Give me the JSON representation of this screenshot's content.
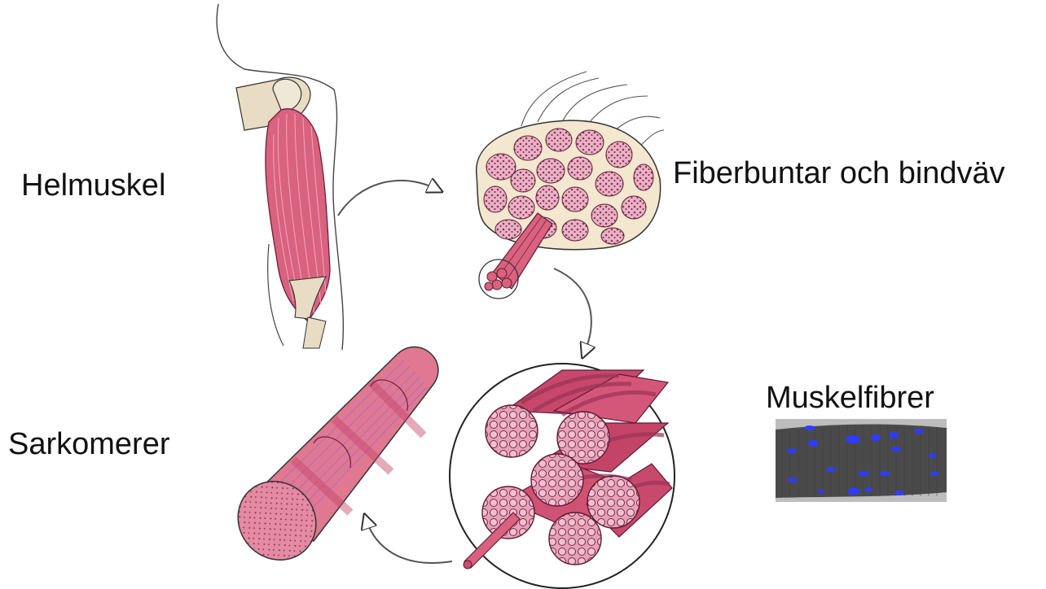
{
  "labels": {
    "whole_muscle": "Helmuskel",
    "fiber_bundles": "Fiberbuntar och bindväv",
    "muscle_fibers": "Muskelfibrer",
    "sarcomeres": "Sarkomerer"
  },
  "colors": {
    "muscle": "#d9627f",
    "muscle_dark": "#b8466a",
    "muscle_light": "#ef9db4",
    "bone": "#e8dcc4",
    "tissue": "#f3e7cf",
    "fiber_pink": "#e7b3c6",
    "micrograph_bg": "#4a4a4a",
    "nucleus_blue": "#2f3bff",
    "outline": "#222222"
  },
  "icons": [
    "arm-muscle-illustration",
    "cross-section-illustration",
    "fiber-bundle-zoom",
    "myofibril-illustration",
    "micrograph-image",
    "curved-arrow-icon"
  ]
}
